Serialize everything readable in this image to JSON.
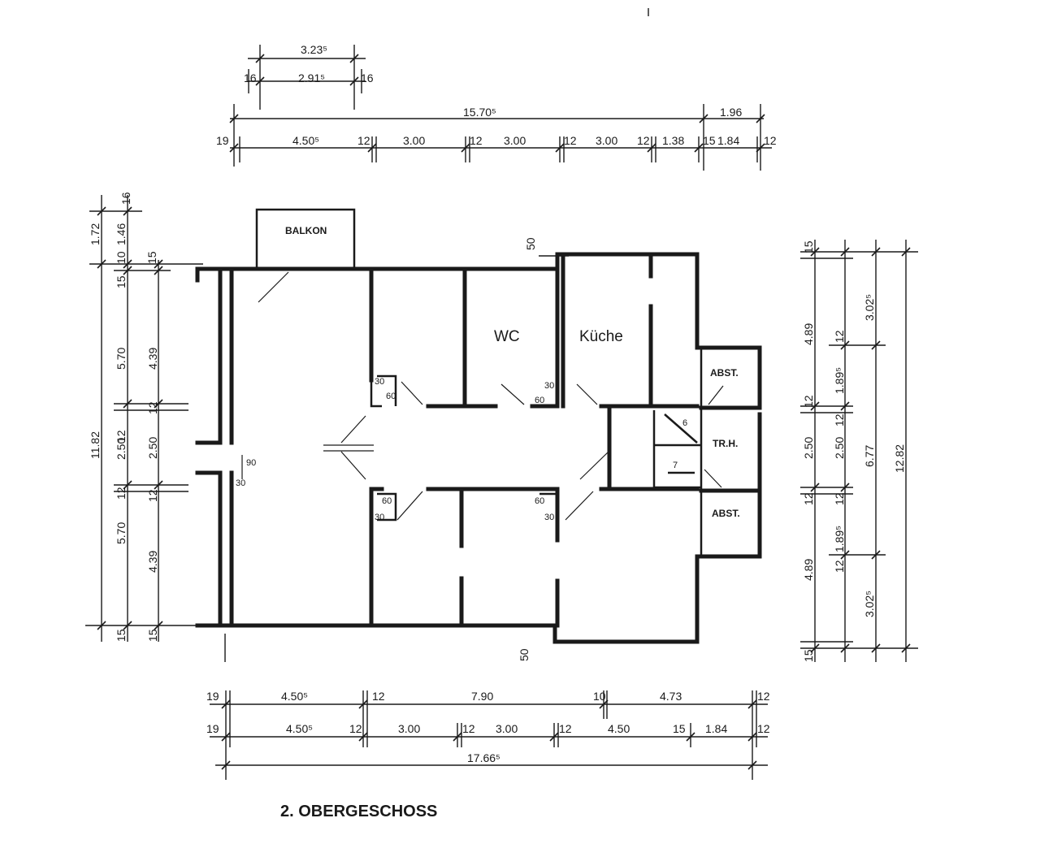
{
  "plan": {
    "title": "2. OBERGESCHOSS",
    "rooms": {
      "balcony": "BALKON",
      "wc": "WC",
      "kitchen": "Küche",
      "abst_top": "ABST.",
      "stair": "TR.H.",
      "abst_bottom": "ABST."
    },
    "stair_numbers": {
      "upper": "6",
      "lower": "7"
    },
    "opening_labels": {
      "room2_30": "30",
      "room2_60": "60",
      "wc_30": "30",
      "wc_60": "60",
      "room4_60": "60",
      "room4_30": "30",
      "room5_60": "60",
      "room5_30": "30",
      "stair_90": "90",
      "stair_30": "30"
    }
  },
  "dimensions": {
    "top_balcony_overall": "3.23⁵",
    "top_balcony_left": "16",
    "top_balcony_inner": "2.91⁵",
    "top_balcony_right": "16",
    "top_overall": "15.70⁵",
    "top_right_overall": "1.96",
    "top_row": [
      "19",
      "4.50⁵",
      "12",
      "3.00",
      "12",
      "3.00",
      "12",
      "3.00",
      "12",
      "1.38",
      "15",
      "1.84",
      "12"
    ],
    "top_notch": "50",
    "bottom_notch": "50",
    "left_top_small": [
      "16",
      "1.72",
      "1.46",
      "10",
      "15",
      "15"
    ],
    "left_outer": [
      "11.82"
    ],
    "left_middle": [
      "5.70",
      "12",
      "2.50",
      "12",
      "5.70",
      "15"
    ],
    "left_inner": [
      "4.39",
      "12",
      "2.50",
      "12",
      "4.39",
      "15"
    ],
    "right_inner": [
      "15",
      "4.89",
      "12",
      "2.50",
      "12",
      "4.89",
      "15"
    ],
    "right_middle": [
      "12",
      "1.89⁵",
      "12",
      "2.50",
      "12",
      "1.89⁵",
      "12"
    ],
    "right_outer": [
      "3.02⁵",
      "6.77",
      "3.02⁵"
    ],
    "right_overall": "12.82",
    "bottom_row1": [
      "19",
      "4.50⁵",
      "12",
      "7.90",
      "10",
      "4.73",
      "12"
    ],
    "bottom_row2": [
      "19",
      "4.50⁵",
      "12",
      "3.00",
      "12",
      "3.00",
      "12",
      "4.50",
      "15",
      "1.84",
      "12"
    ],
    "bottom_overall": "17.66⁵"
  }
}
